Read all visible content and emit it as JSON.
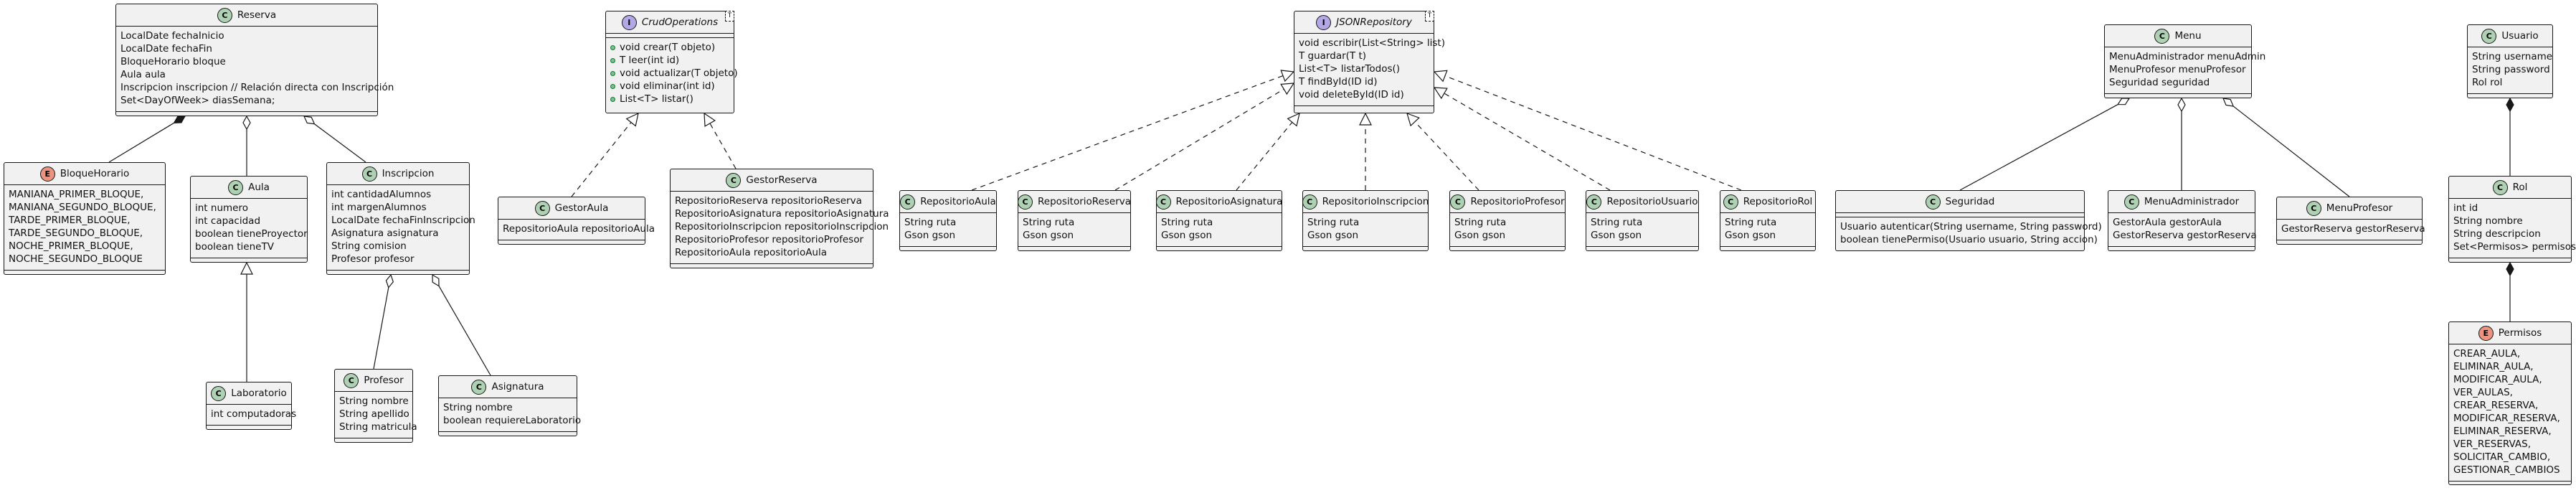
{
  "classes": {
    "reserva": {
      "kind": "C",
      "name": "Reserva",
      "fields": [
        "LocalDate fechaInicio",
        "LocalDate fechaFin",
        "BloqueHorario bloque",
        "Aula aula",
        "Inscripcion inscripcion  // Relación directa con Inscripción",
        "Set<DayOfWeek> diasSemana;"
      ]
    },
    "bloque_horario": {
      "kind": "E",
      "name": "BloqueHorario",
      "fields": [
        "MANIANA_PRIMER_BLOQUE,",
        "MANIANA_SEGUNDO_BLOQUE,",
        "TARDE_PRIMER_BLOQUE,",
        "TARDE_SEGUNDO_BLOQUE,",
        "NOCHE_PRIMER_BLOQUE,",
        "NOCHE_SEGUNDO_BLOQUE"
      ]
    },
    "aula": {
      "kind": "C",
      "name": "Aula",
      "fields": [
        "int numero",
        "int capacidad",
        "boolean tieneProyector",
        "boolean tieneTV"
      ]
    },
    "inscripcion": {
      "kind": "C",
      "name": "Inscripcion",
      "fields": [
        "int cantidadAlumnos",
        "int margenAlumnos",
        "LocalDate fechaFinInscripcion",
        "Asignatura asignatura",
        "String comision",
        "Profesor profesor"
      ]
    },
    "laboratorio": {
      "kind": "C",
      "name": "Laboratorio",
      "fields": [
        "int computadoras"
      ]
    },
    "profesor": {
      "kind": "C",
      "name": "Profesor",
      "fields": [
        "String nombre",
        "String apellido",
        "String matricula"
      ]
    },
    "asignatura": {
      "kind": "C",
      "name": "Asignatura",
      "fields": [
        "String nombre",
        "boolean requiereLaboratorio"
      ]
    },
    "crud_operations": {
      "kind": "I",
      "name": "CrudOperations",
      "tparam": "T",
      "methods": [
        "void crear(T objeto)",
        "T leer(int id)",
        "void actualizar(T objeto)",
        "void eliminar(int id)",
        "List<T> listar()"
      ]
    },
    "gestor_aula": {
      "kind": "C",
      "name": "GestorAula",
      "fields": [
        "RepositorioAula repositorioAula"
      ]
    },
    "gestor_reserva": {
      "kind": "C",
      "name": "GestorReserva",
      "fields": [
        "RepositorioReserva repositorioReserva",
        "RepositorioAsignatura repositorioAsignatura",
        "RepositorioInscripcion repositorioInscripcion",
        "RepositorioProfesor repositorioProfesor",
        "RepositorioAula repositorioAula"
      ]
    },
    "json_repository": {
      "kind": "I",
      "name": "JSONRepository",
      "tparam": "T",
      "fields": [
        "void escribir(List<String> list)",
        "T guardar(T t)",
        "List<T> listarTodos()",
        "T findById(ID id)",
        "void deleteById(ID id)"
      ]
    },
    "repo_aula": {
      "kind": "C",
      "name": "RepositorioAula",
      "fields": [
        "String ruta",
        "Gson gson"
      ]
    },
    "repo_reserva": {
      "kind": "C",
      "name": "RepositorioReserva",
      "fields": [
        "String ruta",
        "Gson gson"
      ]
    },
    "repo_asignatura": {
      "kind": "C",
      "name": "RepositorioAsignatura",
      "fields": [
        "String ruta",
        "Gson gson"
      ]
    },
    "repo_inscripcion": {
      "kind": "C",
      "name": "RepositorioInscripcion",
      "fields": [
        "String ruta",
        "Gson gson"
      ]
    },
    "repo_profesor": {
      "kind": "C",
      "name": "RepositorioProfesor",
      "fields": [
        "String ruta",
        "Gson gson"
      ]
    },
    "repo_usuario": {
      "kind": "C",
      "name": "RepositorioUsuario",
      "fields": [
        "String ruta",
        "Gson gson"
      ]
    },
    "repo_rol": {
      "kind": "C",
      "name": "RepositorioRol",
      "fields": [
        "String ruta",
        "Gson gson"
      ]
    },
    "menu": {
      "kind": "C",
      "name": "Menu",
      "fields": [
        "MenuAdministrador menuAdmin",
        "MenuProfesor menuProfesor",
        "Seguridad seguridad"
      ]
    },
    "seguridad": {
      "kind": "C",
      "name": "Seguridad",
      "methods2": [
        "Usuario autenticar(String username, String password)",
        "boolean tienePermiso(Usuario usuario, String accion)"
      ]
    },
    "menu_administrador": {
      "kind": "C",
      "name": "MenuAdministrador",
      "fields": [
        "GestorAula gestorAula",
        "GestorReserva gestorReserva"
      ]
    },
    "menu_profesor": {
      "kind": "C",
      "name": "MenuProfesor",
      "fields": [
        "GestorReserva gestorReserva"
      ]
    },
    "usuario": {
      "kind": "C",
      "name": "Usuario",
      "fields": [
        "String username",
        "String password",
        "Rol rol"
      ]
    },
    "rol": {
      "kind": "C",
      "name": "Rol",
      "fields": [
        "int id",
        "String nombre",
        "String descripcion",
        "Set<Permisos> permisos;"
      ]
    },
    "permisos": {
      "kind": "E",
      "name": "Permisos",
      "fields": [
        "CREAR_AULA,",
        "ELIMINAR_AULA,",
        "MODIFICAR_AULA,",
        "VER_AULAS,",
        "CREAR_RESERVA,",
        "MODIFICAR_RESERVA,",
        "ELIMINAR_RESERVA,",
        "VER_RESERVAS,",
        "SOLICITAR_CAMBIO,",
        "GESTIONAR_CAMBIOS"
      ]
    }
  },
  "relations": [
    {
      "from": "bloque_horario",
      "to": "reserva",
      "type": "composition"
    },
    {
      "from": "aula",
      "to": "reserva",
      "type": "aggregation"
    },
    {
      "from": "inscripcion",
      "to": "reserva",
      "type": "aggregation"
    },
    {
      "from": "laboratorio",
      "to": "aula",
      "type": "inheritance"
    },
    {
      "from": "profesor",
      "to": "inscripcion",
      "type": "aggregation"
    },
    {
      "from": "asignatura",
      "to": "inscripcion",
      "type": "aggregation"
    },
    {
      "from": "gestor_aula",
      "to": "crud_operations",
      "type": "realization"
    },
    {
      "from": "gestor_reserva",
      "to": "crud_operations",
      "type": "realization"
    },
    {
      "from": "repo_aula",
      "to": "json_repository",
      "type": "realization"
    },
    {
      "from": "repo_reserva",
      "to": "json_repository",
      "type": "realization"
    },
    {
      "from": "repo_asignatura",
      "to": "json_repository",
      "type": "realization"
    },
    {
      "from": "repo_inscripcion",
      "to": "json_repository",
      "type": "realization"
    },
    {
      "from": "repo_profesor",
      "to": "json_repository",
      "type": "realization"
    },
    {
      "from": "repo_usuario",
      "to": "json_repository",
      "type": "realization"
    },
    {
      "from": "repo_rol",
      "to": "json_repository",
      "type": "realization"
    },
    {
      "from": "seguridad",
      "to": "menu",
      "type": "aggregation"
    },
    {
      "from": "menu_administrador",
      "to": "menu",
      "type": "aggregation"
    },
    {
      "from": "menu_profesor",
      "to": "menu",
      "type": "aggregation"
    },
    {
      "from": "rol",
      "to": "usuario",
      "type": "composition"
    },
    {
      "from": "permisos",
      "to": "rol",
      "type": "composition"
    }
  ]
}
